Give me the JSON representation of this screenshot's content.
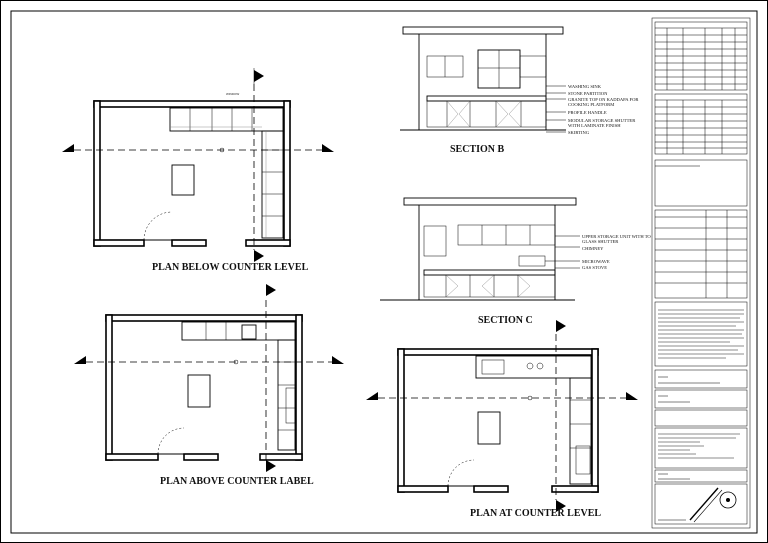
{
  "drawing": {
    "labels": {
      "plan_below": "PLAN BELOW COUNTER LEVEL",
      "plan_above": "PLAN ABOVE COUNTER LABEL",
      "plan_at": "PLAN AT COUNTER LEVEL",
      "section_b": "SECTION B",
      "section_c": "SECTION C"
    },
    "section_b_notes": [
      "WASHING SINK",
      "STONE PARTITION",
      "GRANITE TOP ON KADDAPA FOR",
      "COOKING PLATFORM",
      "PROFILE HANDLE",
      "MODULAR STORAGE SHUTTER",
      "WITH LAMINATE FINISH",
      "SKIRTING"
    ],
    "section_c_notes": [
      "UPPER STORAGE UNIT WITH TO",
      "GLASS SHUTTER",
      "CHIMNEY",
      "MICROWAVE",
      "GAS STOVE"
    ]
  },
  "title_block": {
    "colors": {
      "ink": "#000000",
      "paper": "#ffffff"
    }
  }
}
